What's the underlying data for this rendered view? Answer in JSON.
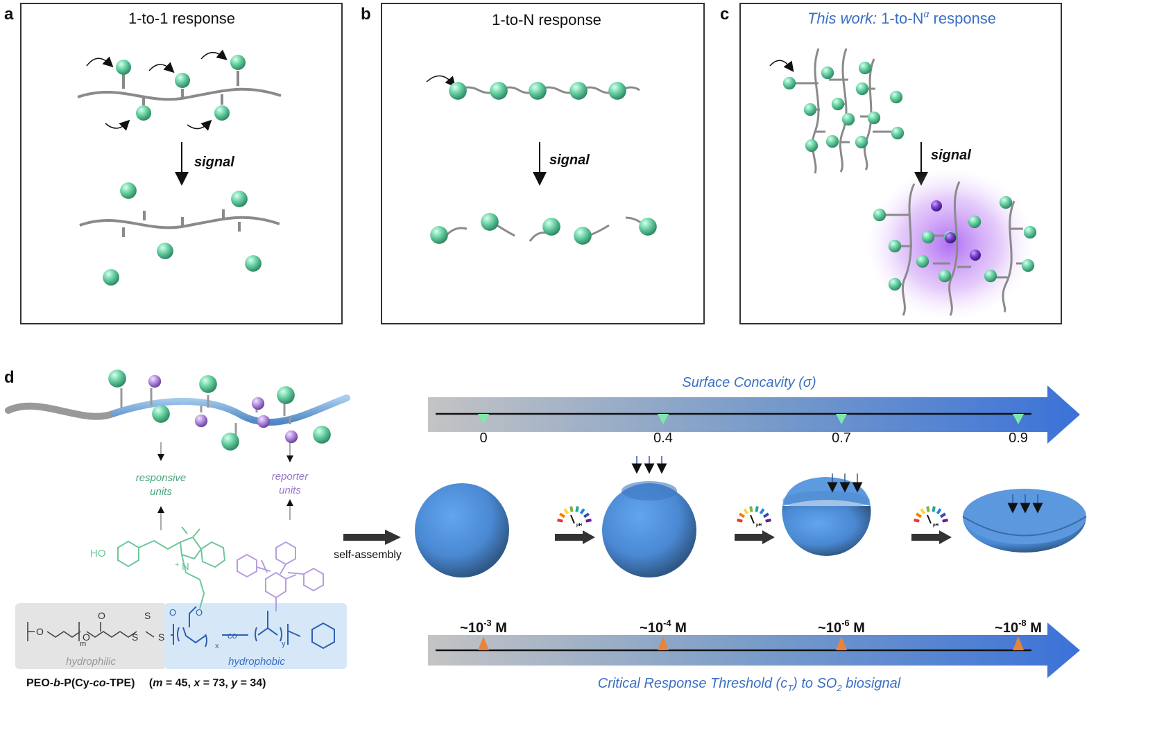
{
  "panels": {
    "a": {
      "letter": "a",
      "title": "1-to-1 response",
      "signal": "signal"
    },
    "b": {
      "letter": "b",
      "title": "1-to-N response",
      "signal": "signal"
    },
    "c": {
      "letter": "c",
      "title_prefix": "This work:",
      "title_main": " 1-to-N",
      "title_sup": "α",
      "title_suffix": " response",
      "signal": "signal"
    },
    "d": {
      "letter": "d"
    }
  },
  "polymer": {
    "responsive_units": [
      "responsive",
      "units"
    ],
    "reporter_units": [
      "reporter",
      "units"
    ],
    "self_assembly": "self-assembly",
    "hydrophilic": "hydrophilic",
    "hydrophobic": "hydrophobic",
    "caption": {
      "p1": "PEO-",
      "b": "b",
      "p2": "-P(Cy-",
      "co": "co",
      "p3": "-TPE)",
      "params_open": "(",
      "m": "m",
      "m_val": " = 45, ",
      "x": "x",
      "x_val": " = 73, ",
      "y": "y",
      "y_val": " = 34)"
    },
    "chem_labels": {
      "ho": "HO",
      "n": "N",
      "plus": "+",
      "o": "O",
      "s": "S",
      "sub_m": "m",
      "sub_x": "x",
      "sub_y": "y",
      "co": "co"
    }
  },
  "concavity_scale": {
    "title": "Surface Concavity (σ)",
    "ticks": [
      "0",
      "0.4",
      "0.7",
      "0.9"
    ]
  },
  "threshold_scale": {
    "title_a": "Critical Response Threshold (",
    "title_c": "c",
    "title_T": "T",
    "title_b": ") to SO",
    "title_2": "2",
    "title_end": " biosignal",
    "values": [
      {
        "base": "~10",
        "exp": "-3",
        "unit": " M"
      },
      {
        "base": "~10",
        "exp": "-4",
        "unit": " M"
      },
      {
        "base": "~10",
        "exp": "-6",
        "unit": " M"
      },
      {
        "base": "~10",
        "exp": "-8",
        "unit": " M"
      }
    ]
  },
  "gauge_label": "pH",
  "colors": {
    "green_ball": "#6fd6a8",
    "purple_ball": "#b58de0",
    "sphere_blue": "#4f8fd8",
    "scale_blue": "#3f74d6",
    "tick_green": "#7ee8a8",
    "tick_orange": "#e8843a",
    "title_blue": "#3a6fc4"
  }
}
